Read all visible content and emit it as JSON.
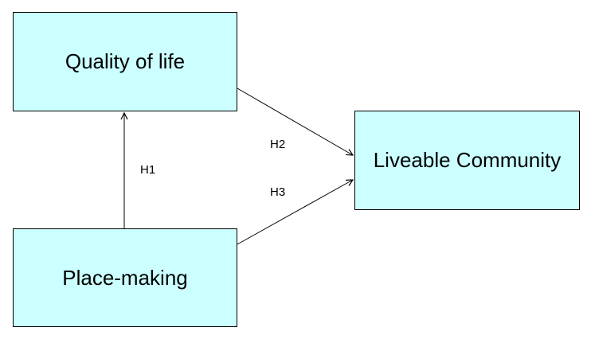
{
  "colors": {
    "box_fill": "#ccffff",
    "box_border": "#000000",
    "arrow": "#000000"
  },
  "nodes": {
    "quality_of_life": "Quality of life",
    "place_making": "Place-making",
    "liveable_community": "Liveable Community"
  },
  "hypotheses": {
    "h1": "H1",
    "h2": "H2",
    "h3": "H3"
  }
}
